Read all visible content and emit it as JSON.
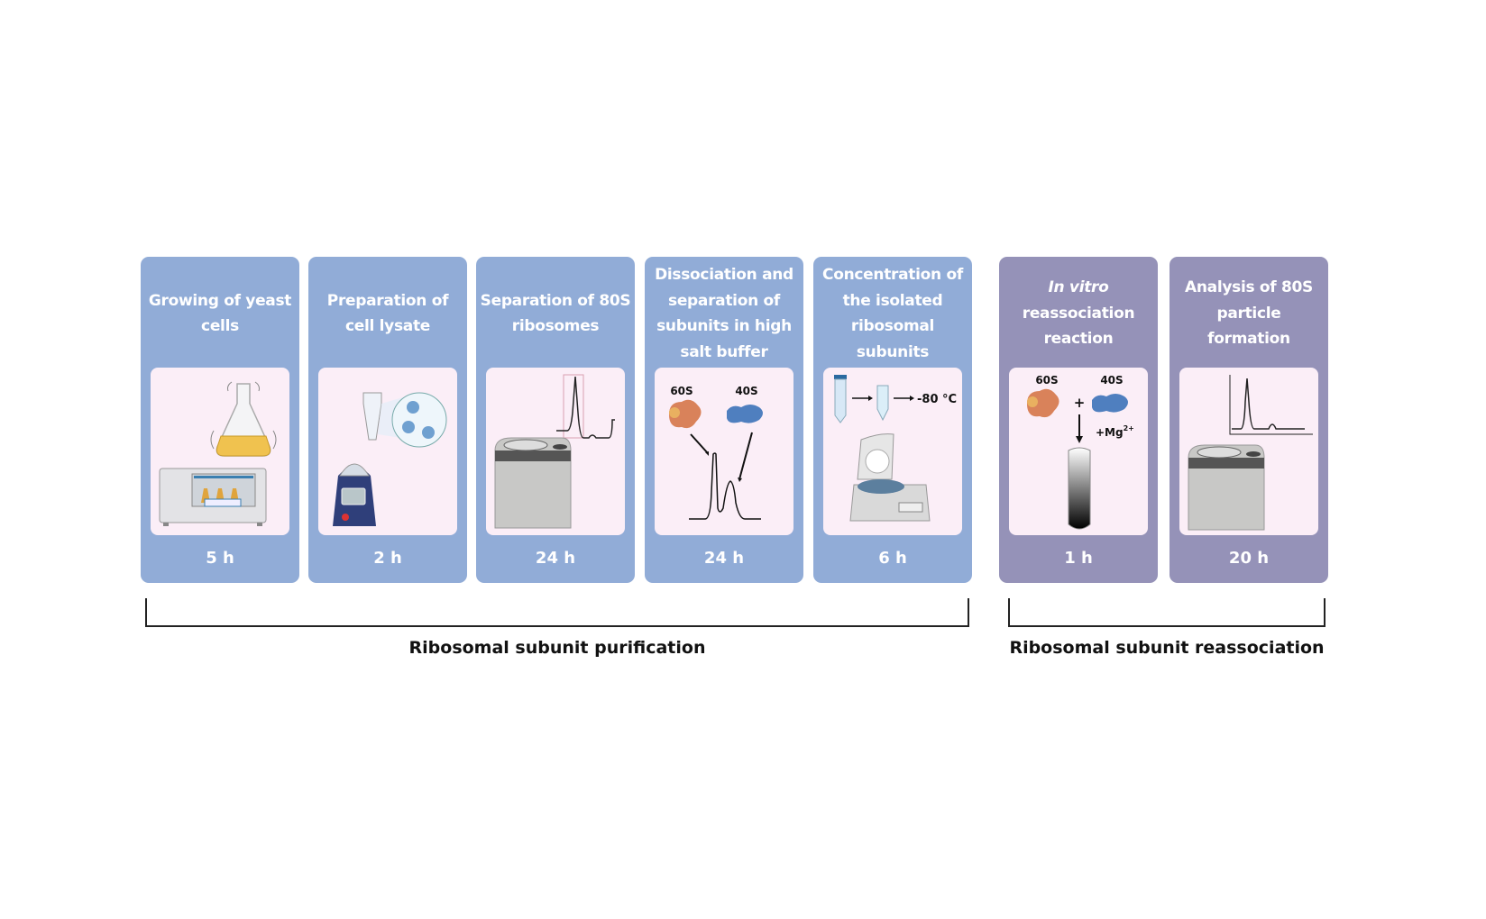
{
  "steps": [
    {
      "title": "Growing of yeast cells",
      "time": "5 h",
      "group": "purification",
      "icon": "shaker-incubator-flask"
    },
    {
      "title": "Preparation of cell lysate",
      "time": "2 h",
      "group": "purification",
      "icon": "homogenizer-tube-cells"
    },
    {
      "title": "Separation of 80S ribosomes",
      "time": "24 h",
      "group": "purification",
      "icon": "ultracentrifuge-profile"
    },
    {
      "title": "Dissociation and separation of subunits in high salt buffer",
      "time": "24 h",
      "group": "purification",
      "icon": "subunits-profile",
      "label_60s": "60S",
      "label_40s": "40S"
    },
    {
      "title": "Concentration of the isolated ribosomal subunits",
      "time": "6 h",
      "group": "purification",
      "icon": "tubes-centrifuge",
      "storage_label": "-80 °C"
    },
    {
      "title_italic": "In vitro",
      "title": "reassociation reaction",
      "time": "1 h",
      "group": "reassociation",
      "icon": "reassociation-gradient",
      "label_60s": "60S",
      "label_40s": "40S",
      "plus": "+",
      "mg_label": "+Mg",
      "mg_sup": "2+"
    },
    {
      "title": "Analysis of 80S particle formation",
      "time": "20 h",
      "group": "reassociation",
      "icon": "ultracentrifuge-profile"
    }
  ],
  "groups": {
    "purification": "Ribosomal subunit purification",
    "reassociation": "Ribosomal subunit reassociation"
  },
  "colors": {
    "purification": "#91acd7",
    "reassociation": "#9592b8",
    "inner": "#fbeef7",
    "sub60s": "#d9825a",
    "sub40s": "#4f7fbf"
  }
}
